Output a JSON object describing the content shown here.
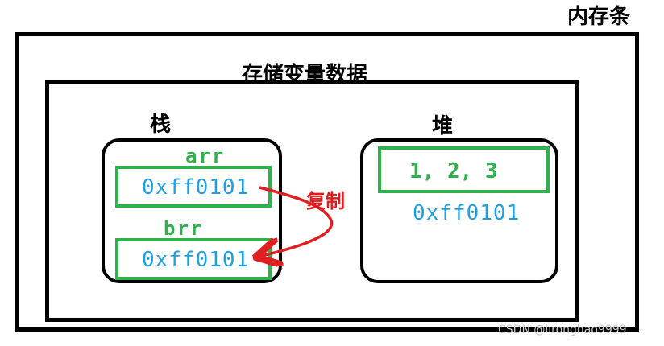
{
  "labels": {
    "memory": "内存条",
    "storage": "存储变量数据",
    "stack": "栈",
    "heap": "堆"
  },
  "stack": {
    "arr_name": "arr",
    "arr_value": "0xff0101",
    "brr_name": "brr",
    "brr_value": "0xff0101"
  },
  "heap": {
    "values": "1, 2, 3",
    "address": "0xff0101"
  },
  "arrow": {
    "label": "复制",
    "color": "#e02020"
  },
  "colors": {
    "variable_box": "#2fb24c",
    "address_text": "#1e9fe0",
    "frame": "#000000"
  },
  "watermark": "CSDN @lironghao9999"
}
